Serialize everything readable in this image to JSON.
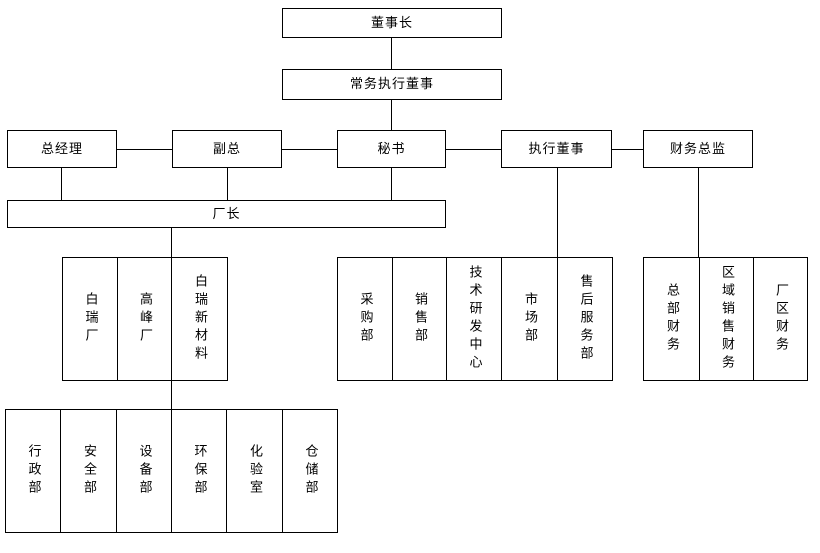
{
  "diagram": {
    "type": "org-chart",
    "background_color": "#ffffff",
    "line_color": "#000000",
    "box_fill_color": "#ffffff",
    "text_color": "#000000"
  },
  "nodes": {
    "chairman": {
      "label": "董事长"
    },
    "managing_director": {
      "label": "常务执行董事"
    },
    "general_manager": {
      "label": "总经理"
    },
    "deputy_general": {
      "label": "副总"
    },
    "secretary": {
      "label": "秘书"
    },
    "executive_director": {
      "label": "执行董事"
    },
    "finance_director": {
      "label": "财务总监"
    },
    "factory_director": {
      "label": "厂长"
    },
    "bairui_factory": {
      "label": "白瑞厂"
    },
    "gaofeng_factory": {
      "label": "高峰厂"
    },
    "bairui_new_materials": {
      "label": "白瑞新材料"
    },
    "procurement_dept": {
      "label": "采购部"
    },
    "sales_dept": {
      "label": "销售部"
    },
    "rd_center": {
      "label": "技术研发中心"
    },
    "marketing_dept": {
      "label": "市场部"
    },
    "after_sales_dept": {
      "label": "售后服务部"
    },
    "hq_finance": {
      "label": "总部财务"
    },
    "regional_sales_finance": {
      "label": "区域销售财务"
    },
    "factory_finance": {
      "label": "厂区财务"
    },
    "admin_dept": {
      "label": "行政部"
    },
    "safety_dept": {
      "label": "安全部"
    },
    "equipment_dept": {
      "label": "设备部"
    },
    "environment_dept": {
      "label": "环保部"
    },
    "laboratory": {
      "label": "化验室"
    },
    "warehouse_dept": {
      "label": "仓储部"
    }
  },
  "edges": [
    {
      "from": "chairman",
      "to": "managing_director"
    },
    {
      "from": "managing_director",
      "to": "secretary"
    },
    {
      "from": "general_manager",
      "to": "deputy_general",
      "style": "peer"
    },
    {
      "from": "deputy_general",
      "to": "secretary",
      "style": "peer"
    },
    {
      "from": "secretary",
      "to": "executive_director",
      "style": "peer"
    },
    {
      "from": "executive_director",
      "to": "finance_director",
      "style": "peer"
    },
    {
      "from": "general_manager",
      "to": "factory_director"
    },
    {
      "from": "deputy_general",
      "to": "factory_director"
    },
    {
      "from": "secretary",
      "to": "factory_director"
    },
    {
      "from": "factory_director",
      "to": "factory-group"
    },
    {
      "from": "factory_director",
      "to": "plant-departments-row"
    },
    {
      "from": "executive_director",
      "to": "business-departments-group"
    },
    {
      "from": "finance_director",
      "to": "finance-group"
    }
  ]
}
